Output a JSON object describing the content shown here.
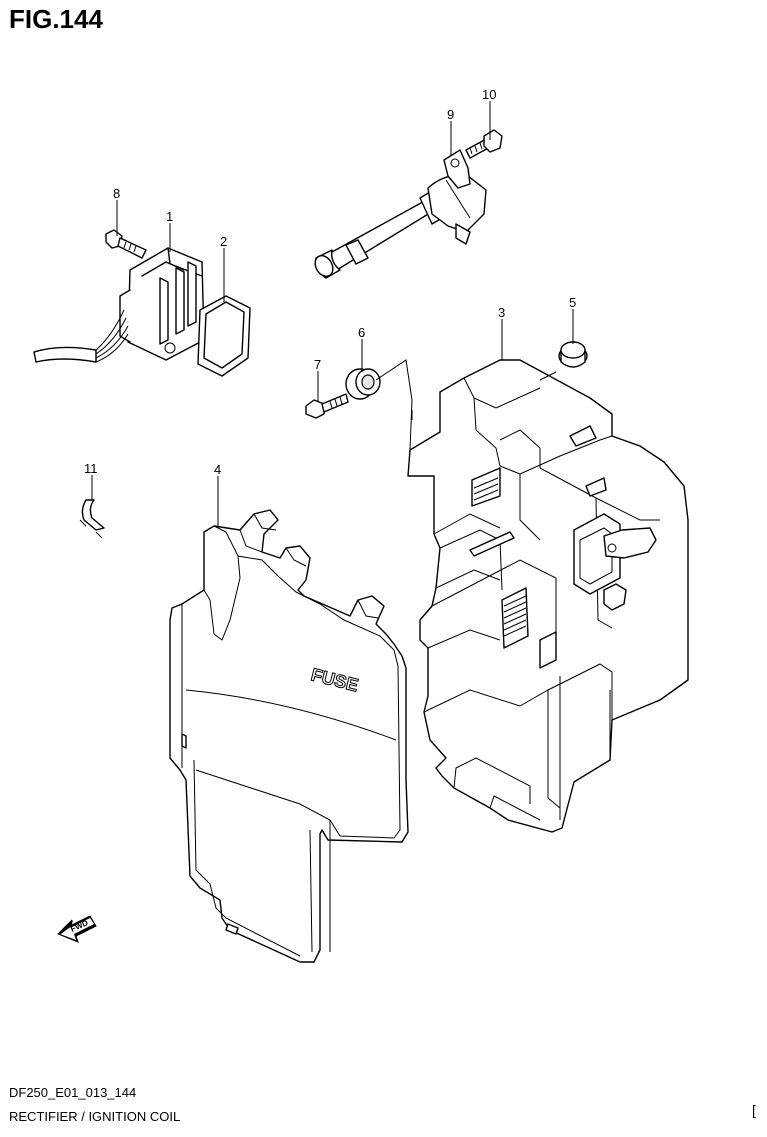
{
  "figure": {
    "title": "FIG.144"
  },
  "footer": {
    "model_code": "DF250_E01_013_144",
    "section_name": "RECTIFIER / IGNITION COIL",
    "edge_mark": "["
  },
  "labels": {
    "fwd": "FWD",
    "fuse": "FUSE"
  },
  "callouts": [
    {
      "id": "1",
      "part": "rectifier"
    },
    {
      "id": "2",
      "part": "gasket"
    },
    {
      "id": "3",
      "part": "electrical-box"
    },
    {
      "id": "4",
      "part": "box-cover"
    },
    {
      "id": "5",
      "part": "cap"
    },
    {
      "id": "6",
      "part": "grommet"
    },
    {
      "id": "7",
      "part": "bolt"
    },
    {
      "id": "8",
      "part": "bolt"
    },
    {
      "id": "9",
      "part": "ignition-coil"
    },
    {
      "id": "10",
      "part": "bolt"
    },
    {
      "id": "11",
      "part": "clamp"
    }
  ]
}
